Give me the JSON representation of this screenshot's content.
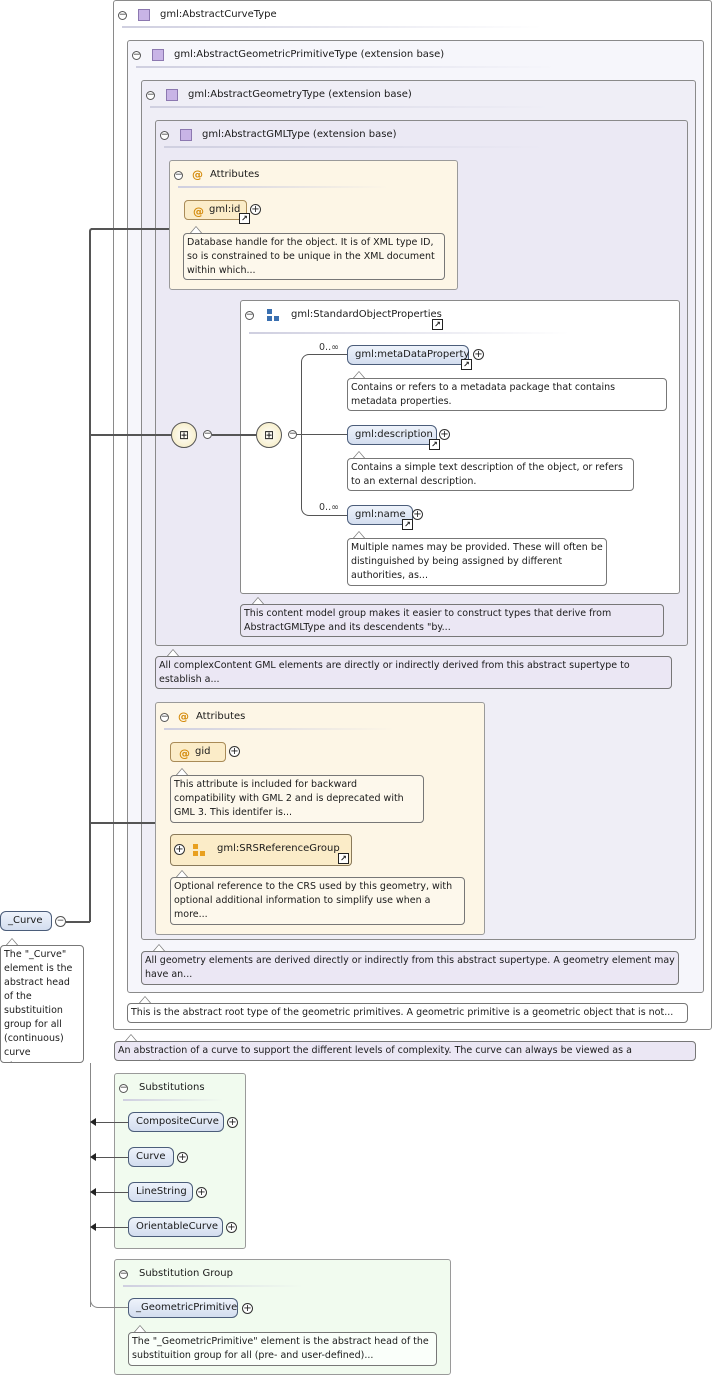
{
  "root_type": {
    "label": "gml:AbstractCurveType"
  },
  "geom_primitive": {
    "label": "gml:AbstractGeometricPrimitiveType (extension base)"
  },
  "geometry_type": {
    "label": "gml:AbstractGeometryType (extension base)"
  },
  "gml_type": {
    "label": "gml:AbstractGMLType (extension base)"
  },
  "attributes1": {
    "label": "Attributes",
    "gml_id": {
      "name": "gml:id",
      "doc": "Database handle for the object. It is of XML type ID, so is constrained to be unique in the XML document within which..."
    }
  },
  "std_props": {
    "label": "gml:StandardObjectProperties",
    "items": [
      {
        "name": "gml:metaDataProperty",
        "card": "0..∞",
        "doc": "Contains or refers to a metadata package that contains metadata properties."
      },
      {
        "name": "gml:description",
        "card": "",
        "doc": "Contains a simple text description of the object, or refers to an external description."
      },
      {
        "name": "gml:name",
        "card": "0..∞",
        "doc": "Multiple names may be provided. These will often be distinguished by being assigned by different authorities, as..."
      }
    ],
    "doc": "This content model group makes it easier to construct types that derive from AbstractGMLType and its descendents \"by..."
  },
  "gml_type_doc": "All complexContent GML elements are directly or indirectly derived from this abstract supertype to establish a...",
  "attributes2": {
    "label": "Attributes",
    "gid": {
      "name": "gid",
      "doc": "This attribute is included for backward compatibility with GML 2 and is deprecated with GML 3. This identifer is..."
    },
    "srs": {
      "name": "gml:SRSReferenceGroup",
      "doc": "Optional reference to the CRS used by this geometry, with optional additional information to simplify use when a more..."
    }
  },
  "geometry_doc": "All geometry elements are derived directly or indirectly from this abstract supertype. A geometry element may have an...",
  "primitive_doc": "This is the abstract root type of the geometric primitives. A geometric primitive is a geometric object that is not...",
  "curve_type_doc": "An abstraction of a curve to support the different levels of complexity. The curve can always be viewed as a geometric...",
  "element": {
    "name": "_Curve",
    "doc": "The \"_Curve\" element is the abstract head of the substituition group for all (continuous) curve elements."
  },
  "substitutions": {
    "label": "Substitutions",
    "items": [
      "CompositeCurve",
      "Curve",
      "LineString",
      "OrientableCurve"
    ]
  },
  "substitution_group": {
    "label": "Substitution Group",
    "item": "_GeometricPrimitive",
    "doc": "The \"_GeometricPrimitive\" element is the abstract head of the substituition group for all (pre- and user-defined)..."
  }
}
